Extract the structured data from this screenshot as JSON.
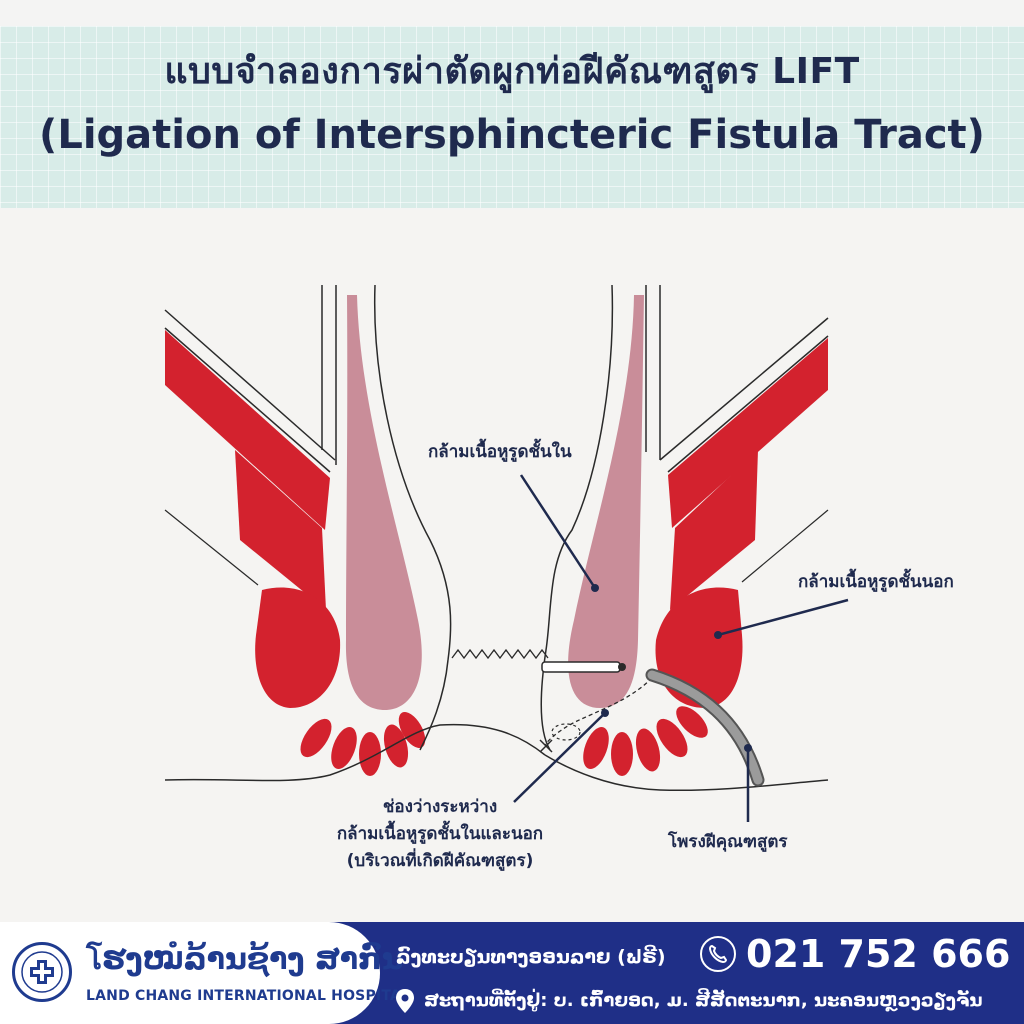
{
  "header": {
    "title_line1": "แบบจำลองการผ่าตัดผูกท่อฝีคัณฑสูตร LIFT",
    "title_line2": "(Ligation of Intersphincteric Fistula Tract)"
  },
  "diagram": {
    "labels": {
      "internal_sphincter": "กล้ามเนื้อหูรูดชั้นใน",
      "external_sphincter": "กล้ามเนื้อหูรูดชั้นนอก",
      "intersphincteric_line1": "ช่องว่างระหว่าง",
      "intersphincteric_line2": "กล้ามเนื้อหูรูดชั้นในและนอก",
      "intersphincteric_line3": "(บริเวณที่เกิดฝีคัณฑสูตร)",
      "fistula_tract": "โพรงฝีคุณฑสูตร"
    },
    "colors": {
      "external_muscle": "#d3222e",
      "internal_muscle": "#c98d99",
      "outline": "#2a2a2a",
      "leader": "#1f2a4e"
    }
  },
  "footer": {
    "hospital_name_local": "โຮງໝໍລ້ານຊ້າງ ສາກົນ",
    "hospital_name_en": "LAND CHANG INTERNATIONAL HOSPITAL",
    "hotline_label": "ລົງທະບຽນທາງອອນລາຍ (ຟຣີ)",
    "phone": "021 752 666",
    "address": "ສະຖານທີ່ຕັ້ງຢູ່: ບ. ເກົ້າຍອດ, ມ. ສີສັດຕະນາກ, ນະຄອນຫຼວງວຽງຈັນ",
    "accent_color": "#1f2f87"
  }
}
